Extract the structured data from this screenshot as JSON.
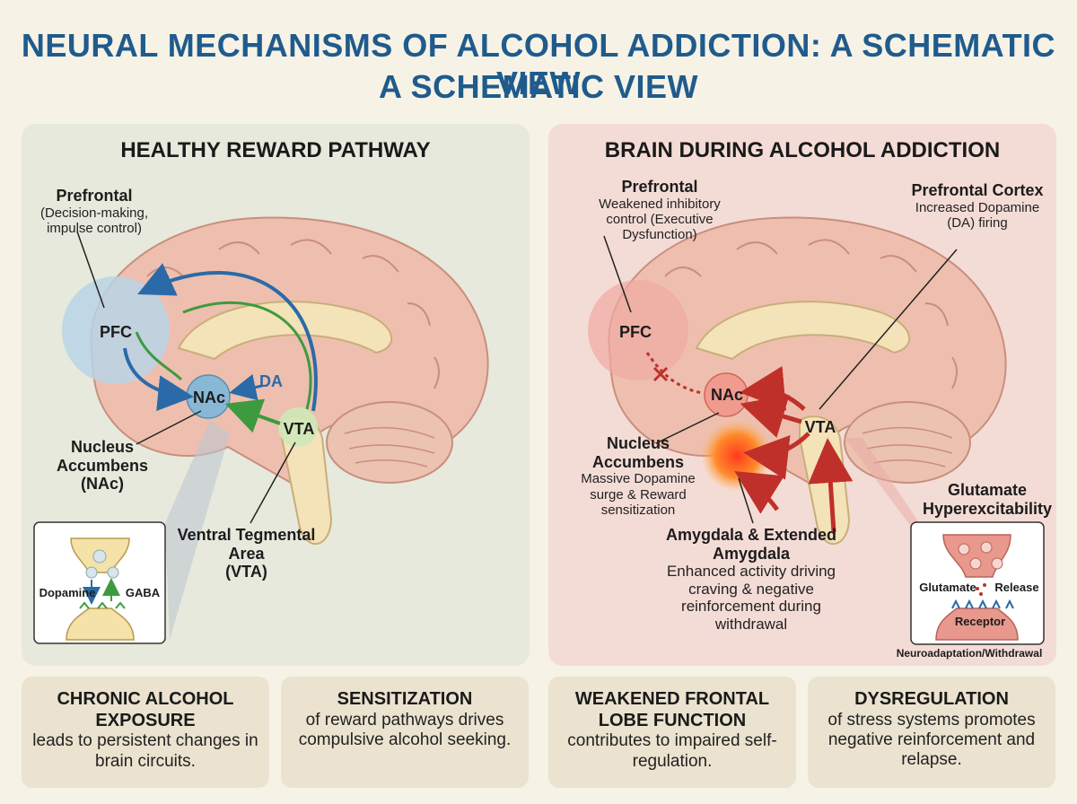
{
  "header": {
    "title_line1": "NEURAL MECHANISMS OF ALCOHOL ADDICTION: A SCHEMATIC VIEW",
    "title_line2": "A SCHEMATIC VIEW"
  },
  "left_panel": {
    "title": "HEALTHY REWARD PATHWAY",
    "prefrontal_title": "Prefrontal",
    "prefrontal_desc": "(Decision-making, impulse control)",
    "pfc": "PFC",
    "nac": "NAc",
    "da": "DA",
    "vta": "VTA",
    "nucleus_title": "Nucleus Accumbens",
    "nucleus_abbr": "(NAc)",
    "vta_title": "Ventral Tegmental Area",
    "vta_abbr": "(VTA)",
    "synapse": {
      "dopamine": "Dopamine",
      "gaba": "GABA"
    }
  },
  "right_panel": {
    "title": "BRAIN DURING ALCOHOL ADDICTION",
    "prefrontal_title": "Prefrontal",
    "prefrontal_desc": "Weakened inhibitory control (Executive Dysfunction)",
    "cortex_title": "Prefrontal Cortex",
    "cortex_desc": "Increased Dopamine (DA) firing",
    "pfc": "PFC",
    "nac": "NAc",
    "vta": "VTA",
    "nucleus_title": "Nucleus Accumbens",
    "nucleus_desc": "Massive Dopamine surge & Reward sensitization",
    "amygdala_title": "Amygdala & Extended Amygdala",
    "amygdala_desc": "Enhanced activity driving craving & negative reinforcement during withdrawal",
    "glutamate_title": "Glutamate Hyperexcitability",
    "synapse": {
      "glutamate": "Glutamate",
      "release": "Release",
      "receptor": "Receptor"
    },
    "neuro_caption": "Neuroadaptation/Withdrawal"
  },
  "cards": [
    {
      "heading": "CHRONIC ALCOHOL EXPOSURE",
      "body": "leads to persistent changes in brain circuits."
    },
    {
      "heading": "SENSITIZATION",
      "body": "of reward pathways drives compulsive alcohol seeking."
    },
    {
      "heading": "WEAKENED FRONTAL LOBE FUNCTION",
      "body": "contributes to impaired self-regulation."
    },
    {
      "heading": "DYSREGULATION",
      "body": "of stress systems promotes negative reinforcement and relapse."
    }
  ],
  "colors": {
    "title": "#1f5b8c",
    "healthy_arrow": "#2b6aa8",
    "healthy_green": "#3d9a3f",
    "addiction_arrow": "#c0302a",
    "brain": "#eebfae"
  }
}
